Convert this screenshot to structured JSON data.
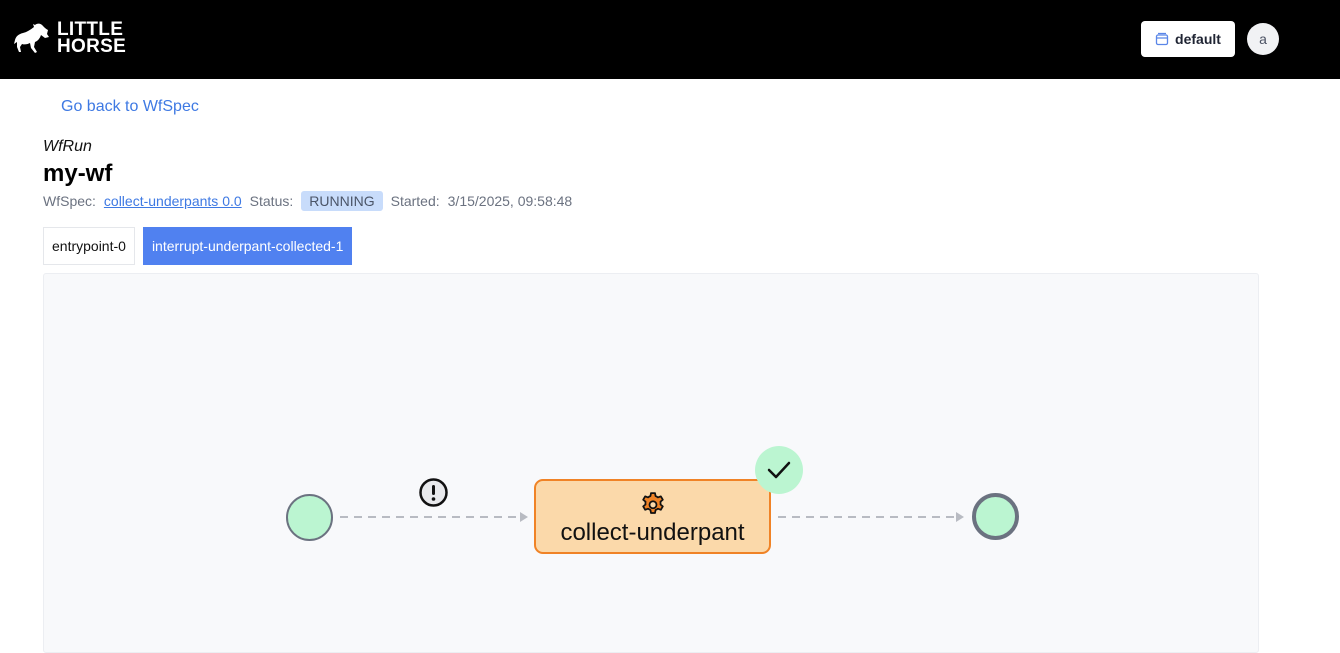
{
  "header": {
    "logo_line1": "LITTLE",
    "logo_line2": "HORSE",
    "tenant_label": "default",
    "tenant_icon": "database-icon",
    "avatar_initial": "a"
  },
  "nav": {
    "back_link": "Go back to WfSpec"
  },
  "wfrun": {
    "kind_label": "WfRun",
    "name": "my-wf",
    "wfspec_label": "WfSpec:",
    "wfspec_link": "collect-underpants 0.0",
    "status_label": "Status:",
    "status": "RUNNING",
    "started_label": "Started:",
    "started": "3/15/2025, 09:58:48"
  },
  "tabs": [
    {
      "label": "entrypoint-0",
      "active": false
    },
    {
      "label": "interrupt-underpant-collected-1",
      "active": true
    }
  ],
  "diagram": {
    "nodes": [
      {
        "type": "entrypoint",
        "status": "completed"
      },
      {
        "type": "task",
        "label": "collect-underpant",
        "icon": "gear-icon",
        "status": "completed"
      },
      {
        "type": "exit",
        "status": "pending"
      }
    ],
    "edges": [
      {
        "from": "entrypoint",
        "to": "collect-underpant",
        "icon": "exclamation-icon"
      },
      {
        "from": "collect-underpant",
        "to": "exit"
      }
    ],
    "colors": {
      "node_green": "#bbf5d1",
      "task_fill": "#fbd9aa",
      "task_border": "#f08326",
      "edge": "#b8bbc2"
    }
  }
}
